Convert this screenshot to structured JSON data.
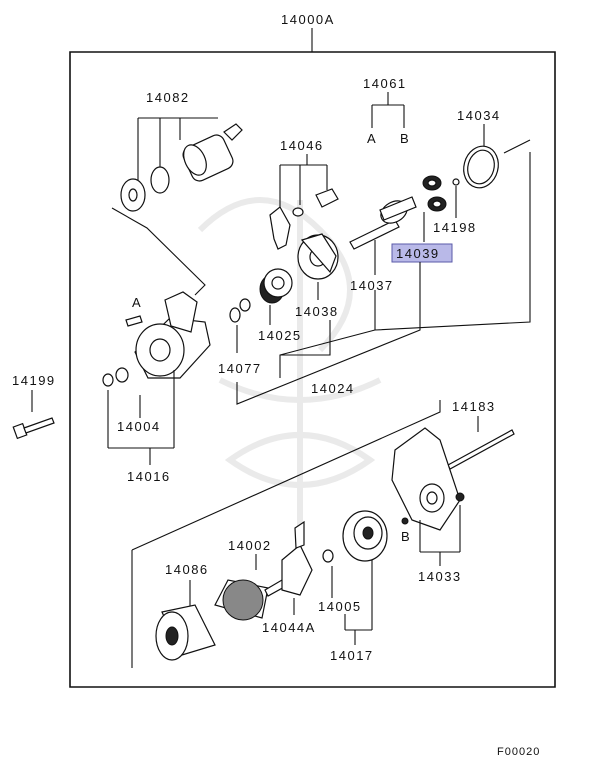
{
  "assembly_label": "14000A",
  "figure_code": "F00020",
  "highlighted_part": "14039",
  "part_labels": {
    "p14082": "14082",
    "p14061": "14061",
    "p14034": "14034",
    "p14046": "14046",
    "p14039": "14039",
    "p14198": "14198",
    "p14037": "14037",
    "p14038": "14038",
    "p14025": "14025",
    "p14077": "14077",
    "p14024": "14024",
    "p14199": "14199",
    "p14004": "14004",
    "p14016": "14016",
    "p14183": "14183",
    "p14033": "14033",
    "p14002": "14002",
    "p14086": "14086",
    "p14005": "14005",
    "p14044A": "14044A",
    "p14017": "14017"
  },
  "callouts": {
    "a_top": "A",
    "b_top": "B",
    "a_left": "A",
    "b_bottom": "B"
  },
  "colors": {
    "highlight": "#b9b9e8",
    "line": "#111111"
  }
}
